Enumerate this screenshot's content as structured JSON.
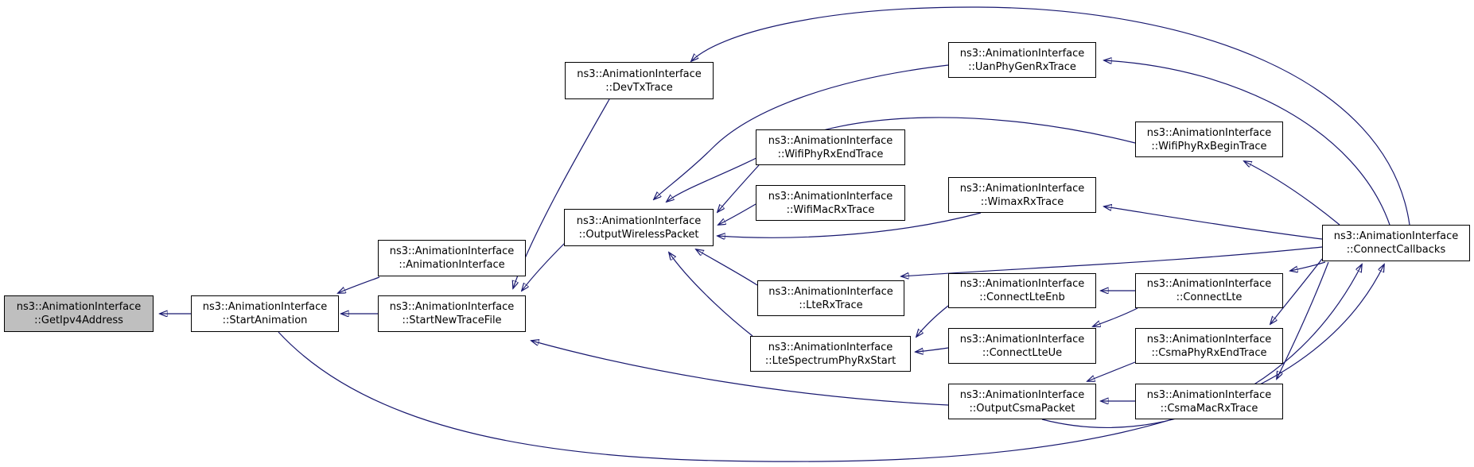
{
  "diagram": {
    "kind": "doxygen-caller-graph",
    "root_function": "ns3::AnimationInterface::GetIpv4Address",
    "edge_color": "#191970",
    "node_fill": "#ffffff",
    "node_border": "#000000",
    "highlight_fill": "#bfbfbf"
  },
  "nodes": {
    "get_ipv4_address": {
      "line1": "ns3::AnimationInterface",
      "line2": "::GetIpv4Address",
      "highlighted": true
    },
    "start_animation": {
      "line1": "ns3::AnimationInterface",
      "line2": "::StartAnimation"
    },
    "animation_interface": {
      "line1": "ns3::AnimationInterface",
      "line2": "::AnimationInterface"
    },
    "start_new_trace_file": {
      "line1": "ns3::AnimationInterface",
      "line2": "::StartNewTraceFile"
    },
    "dev_tx_trace": {
      "line1": "ns3::AnimationInterface",
      "line2": "::DevTxTrace"
    },
    "output_wireless_packet": {
      "line1": "ns3::AnimationInterface",
      "line2": "::OutputWirelessPacket"
    },
    "wifi_phy_rx_end_trace": {
      "line1": "ns3::AnimationInterface",
      "line2": "::WifiPhyRxEndTrace"
    },
    "wifi_mac_rx_trace": {
      "line1": "ns3::AnimationInterface",
      "line2": "::WifiMacRxTrace"
    },
    "uan_phy_gen_rx_trace": {
      "line1": "ns3::AnimationInterface",
      "line2": "::UanPhyGenRxTrace"
    },
    "wifi_phy_rx_begin_trace": {
      "line1": "ns3::AnimationInterface",
      "line2": "::WifiPhyRxBeginTrace"
    },
    "wimax_rx_trace": {
      "line1": "ns3::AnimationInterface",
      "line2": "::WimaxRxTrace"
    },
    "lte_rx_trace": {
      "line1": "ns3::AnimationInterface",
      "line2": "::LteRxTrace"
    },
    "lte_spectrum_phy_rx_start": {
      "line1": "ns3::AnimationInterface",
      "line2": "::LteSpectrumPhyRxStart"
    },
    "connect_lte_enb": {
      "line1": "ns3::AnimationInterface",
      "line2": "::ConnectLteEnb"
    },
    "connect_lte": {
      "line1": "ns3::AnimationInterface",
      "line2": "::ConnectLte"
    },
    "connect_lte_ue": {
      "line1": "ns3::AnimationInterface",
      "line2": "::ConnectLteUe"
    },
    "csma_phy_rx_end_trace": {
      "line1": "ns3::AnimationInterface",
      "line2": "::CsmaPhyRxEndTrace"
    },
    "output_csma_packet": {
      "line1": "ns3::AnimationInterface",
      "line2": "::OutputCsmaPacket"
    },
    "csma_mac_rx_trace": {
      "line1": "ns3::AnimationInterface",
      "line2": "::CsmaMacRxTrace"
    },
    "connect_callbacks": {
      "line1": "ns3::AnimationInterface",
      "line2": "::ConnectCallbacks"
    }
  },
  "edges": [
    {
      "from": "start_animation",
      "to": "get_ipv4_address"
    },
    {
      "from": "animation_interface",
      "to": "start_animation"
    },
    {
      "from": "start_new_trace_file",
      "to": "start_animation"
    },
    {
      "from": "dev_tx_trace",
      "to": "start_new_trace_file"
    },
    {
      "from": "output_wireless_packet",
      "to": "start_new_trace_file"
    },
    {
      "from": "output_csma_packet",
      "to": "start_new_trace_file"
    },
    {
      "from": "start_animation",
      "to": "connect_callbacks"
    },
    {
      "from": "output_csma_packet",
      "to": "connect_callbacks"
    },
    {
      "from": "connect_callbacks",
      "to": "dev_tx_trace"
    },
    {
      "from": "uan_phy_gen_rx_trace",
      "to": "output_wireless_packet"
    },
    {
      "from": "wifi_phy_rx_begin_trace",
      "to": "output_wireless_packet"
    },
    {
      "from": "wifi_phy_rx_end_trace",
      "to": "output_wireless_packet"
    },
    {
      "from": "wifi_mac_rx_trace",
      "to": "output_wireless_packet"
    },
    {
      "from": "wimax_rx_trace",
      "to": "output_wireless_packet"
    },
    {
      "from": "lte_rx_trace",
      "to": "output_wireless_packet"
    },
    {
      "from": "lte_spectrum_phy_rx_start",
      "to": "output_wireless_packet"
    },
    {
      "from": "connect_callbacks",
      "to": "uan_phy_gen_rx_trace"
    },
    {
      "from": "connect_callbacks",
      "to": "wifi_phy_rx_begin_trace"
    },
    {
      "from": "connect_callbacks",
      "to": "wimax_rx_trace"
    },
    {
      "from": "connect_callbacks",
      "to": "lte_rx_trace"
    },
    {
      "from": "connect_callbacks",
      "to": "connect_lte"
    },
    {
      "from": "connect_lte",
      "to": "connect_lte_enb"
    },
    {
      "from": "connect_lte",
      "to": "connect_lte_ue"
    },
    {
      "from": "connect_lte_enb",
      "to": "lte_spectrum_phy_rx_start"
    },
    {
      "from": "connect_lte_ue",
      "to": "lte_spectrum_phy_rx_start"
    },
    {
      "from": "csma_phy_rx_end_trace",
      "to": "output_csma_packet"
    },
    {
      "from": "csma_mac_rx_trace",
      "to": "output_csma_packet"
    },
    {
      "from": "connect_callbacks",
      "to": "csma_phy_rx_end_trace"
    },
    {
      "from": "connect_callbacks",
      "to": "csma_mac_rx_trace"
    }
  ]
}
